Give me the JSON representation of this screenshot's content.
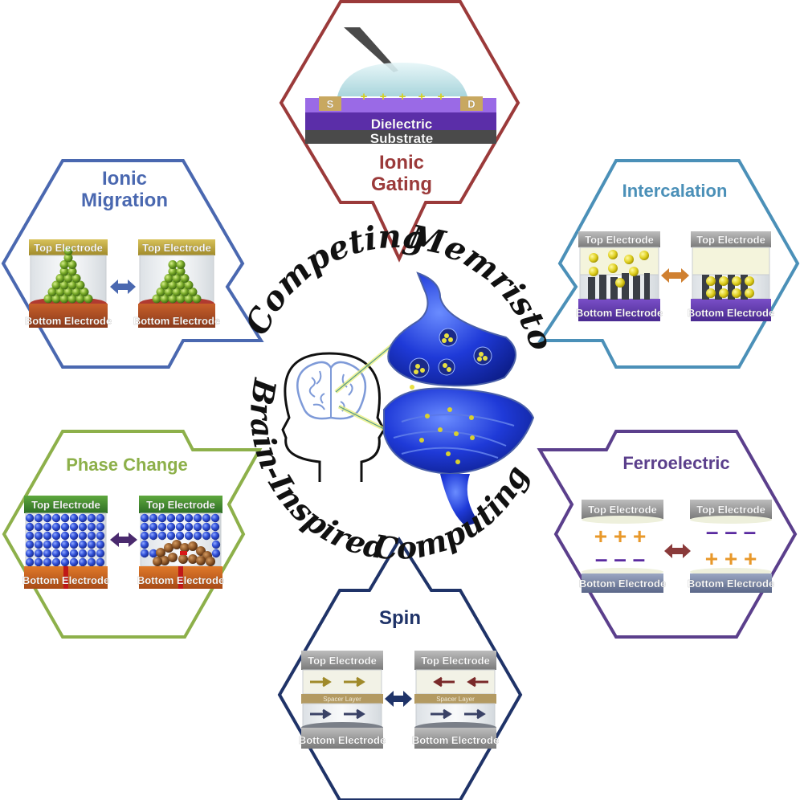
{
  "center": {
    "ring_text_top_left": "Competing",
    "ring_text_top_right": "Memristors",
    "ring_text_bottom_left": "Brain-Inspired",
    "ring_text_bottom_right": "Computing",
    "icons": [
      "head-with-brain-icon",
      "synapse-illustration"
    ]
  },
  "panels": {
    "ionic_gating": {
      "title_line1": "Ionic",
      "title_line2": "Gating",
      "color": "#9b3a3a",
      "labels": {
        "source": "S",
        "drain": "D",
        "dielectric": "Dielectric",
        "substrate": "Substrate"
      },
      "charges": [
        "+",
        "+",
        "+",
        "+",
        "+"
      ]
    },
    "ionic_migration": {
      "title_line1": "Ionic",
      "title_line2": "Migration",
      "color": "#4a68b0",
      "left_device": {
        "top": "Top Electrode",
        "bottom": "Bottom Electrode"
      },
      "right_device": {
        "top": "Top Electrode",
        "bottom": "Bottom Electrode"
      }
    },
    "intercalation": {
      "title": "Intercalation",
      "color": "#4b90b8",
      "left_device": {
        "top": "Top Electrode",
        "bottom": "Bottom Electrode"
      },
      "right_device": {
        "top": "Top Electrode",
        "bottom": "Bottom Electrode"
      }
    },
    "phase_change": {
      "title": "Phase Change",
      "color": "#8db04a",
      "left_device": {
        "top": "Top Electrode",
        "bottom": "Bottom Electrode"
      },
      "right_device": {
        "top": "Top Electrode",
        "bottom": "Bottom Electrode"
      }
    },
    "ferroelectric": {
      "title": "Ferroelectric",
      "color": "#5b3f8c",
      "left_device": {
        "top": "Top Electrode",
        "bottom": "Bottom Electrode",
        "upper_charges": "+ + +",
        "lower_charges": "– – –"
      },
      "right_device": {
        "top": "Top Electrode",
        "bottom": "Bottom Electrode",
        "upper_charges": "– – –",
        "lower_charges": "+ + +"
      }
    },
    "spin": {
      "title": "Spin",
      "color": "#1f3368",
      "left_device": {
        "top": "Top Electrode",
        "spacer": "Spacer Layer",
        "bottom": "Bottom Electrode"
      },
      "right_device": {
        "top": "Top Electrode",
        "spacer": "Spacer Layer",
        "bottom": "Bottom Electrode"
      }
    }
  }
}
